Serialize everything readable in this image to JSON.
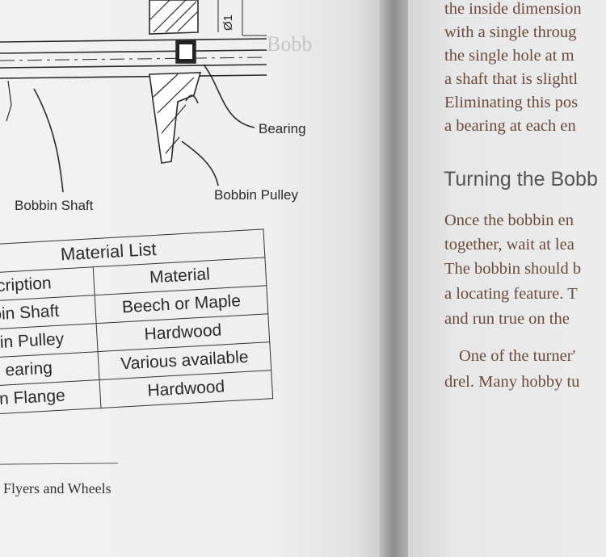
{
  "left_page": {
    "diagram": {
      "dimension_text": "Ø1",
      "callouts": {
        "bearing": "Bearing",
        "bobbin_shaft": "Bobbin Shaft",
        "bobbin_pulley": "Bobbin Pulley"
      }
    },
    "material_list": {
      "title": "Material List",
      "headers": [
        "cription",
        "Material"
      ],
      "rows": [
        [
          "bin Shaft",
          "Beech or Maple"
        ],
        [
          "bin Pulley",
          "Hardwood"
        ],
        [
          "earing",
          "Various available"
        ],
        [
          "in Flange",
          "Hardwood"
        ]
      ]
    },
    "footer": "Flyers and Wheels"
  },
  "right_page": {
    "lines_top": [
      "the inside dimension",
      "with a single throug",
      "the single hole at m",
      "a shaft that is slightl",
      "Eliminating this pos",
      "a bearing at each en"
    ],
    "section_heading": "Turning the Bobb",
    "lines_mid": [
      "Once the bobbin en",
      "together, wait at lea",
      "The bobbin should b",
      "a locating feature. T",
      "and run true on the"
    ],
    "lines_bottom": [
      "One of the turner'",
      "drel. Many hobby tu"
    ]
  },
  "show_through": "Bobb"
}
